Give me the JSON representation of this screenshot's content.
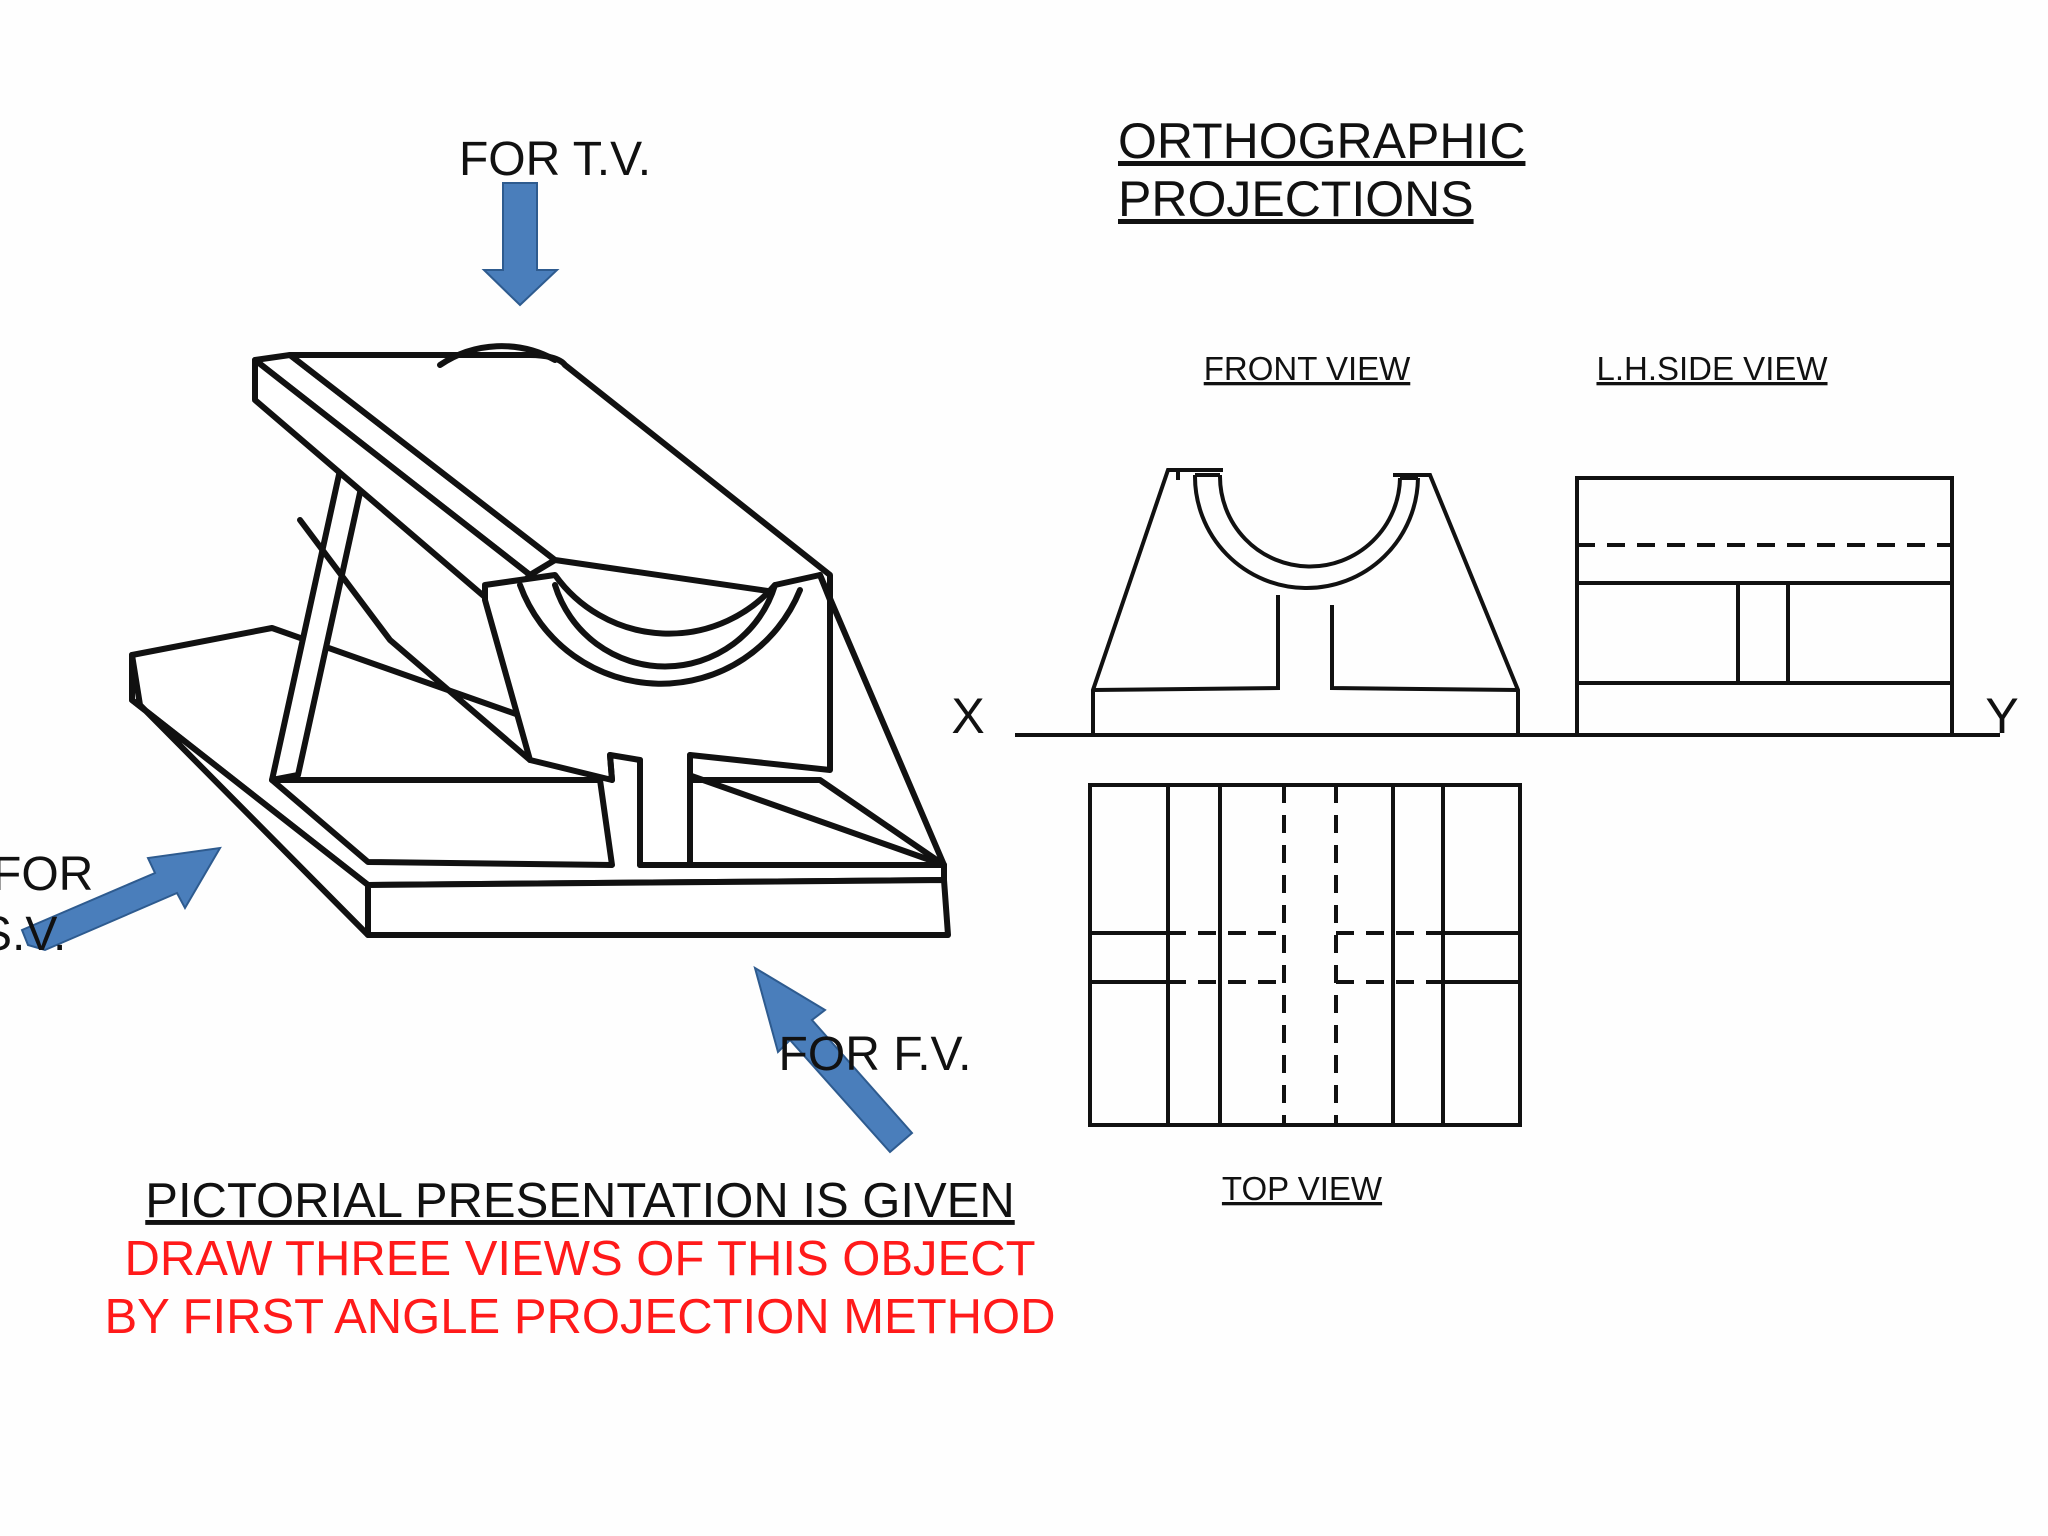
{
  "title": {
    "line1": "ORTHOGRAPHIC",
    "line2": "PROJECTIONS"
  },
  "view_labels": {
    "front": "FRONT VIEW",
    "side": "L.H.SIDE VIEW",
    "top": "TOP VIEW"
  },
  "axis": {
    "x": "X",
    "y": "Y"
  },
  "direction_labels": {
    "tv": "FOR T.V.",
    "sv_line1": "FOR",
    "sv_line2": "S.V.",
    "fv": "FOR F.V."
  },
  "instructions": {
    "line1": "PICTORIAL PRESENTATION IS GIVEN",
    "line2": "DRAW THREE VIEWS OF THIS OBJECT",
    "line3": "BY FIRST ANGLE PROJECTION METHOD"
  },
  "colors": {
    "arrow": "#4a7ebb",
    "instruction_red": "#ff1a1a",
    "ink": "#111111"
  },
  "icons": {
    "direction_arrows": "block-arrow-icon"
  }
}
